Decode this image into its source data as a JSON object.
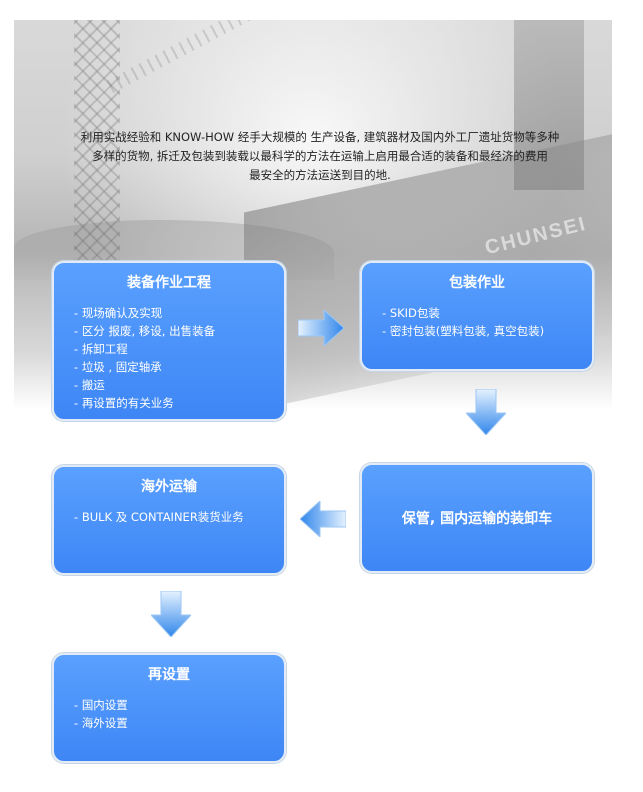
{
  "hero": {
    "ship_name": "CHUNSEI",
    "intro_lines": [
      "利用实战经验和 KNOW-HOW 经手大规模的 生产设备, 建筑器材及国内外工厂遗址货物等多种",
      "多样的货物, 拆迁及包装到装载以最科学的方法在运输上启用最合适的装备和最经济的费用",
      "最安全的方法运送到目的地."
    ]
  },
  "steps": {
    "equipment": {
      "title": "装备作业工程",
      "items": [
        "现场确认及实现",
        "区分 报废, 移设, 出售装备",
        "拆卸工程",
        "垃圾 , 固定轴承",
        "搬运",
        "再设置的有关业务"
      ]
    },
    "packing": {
      "title": "包装作业",
      "items": [
        "SKID包装",
        "密封包装(塑料包装, 真空包装)"
      ]
    },
    "storage": {
      "title": "保管, 国内运输的装卸车"
    },
    "overseas": {
      "title": "海外运输",
      "items": [
        "BULK 及 CONTAINER装货业务"
      ]
    },
    "reinstall": {
      "title": "再设置",
      "items": [
        "国内设置",
        "海外设置"
      ]
    }
  },
  "colors": {
    "box_top": "#5aa0ff",
    "box_bottom": "#3e86f5",
    "arrow_top": "#e6f2ff",
    "arrow_bottom": "#2f86ea"
  }
}
